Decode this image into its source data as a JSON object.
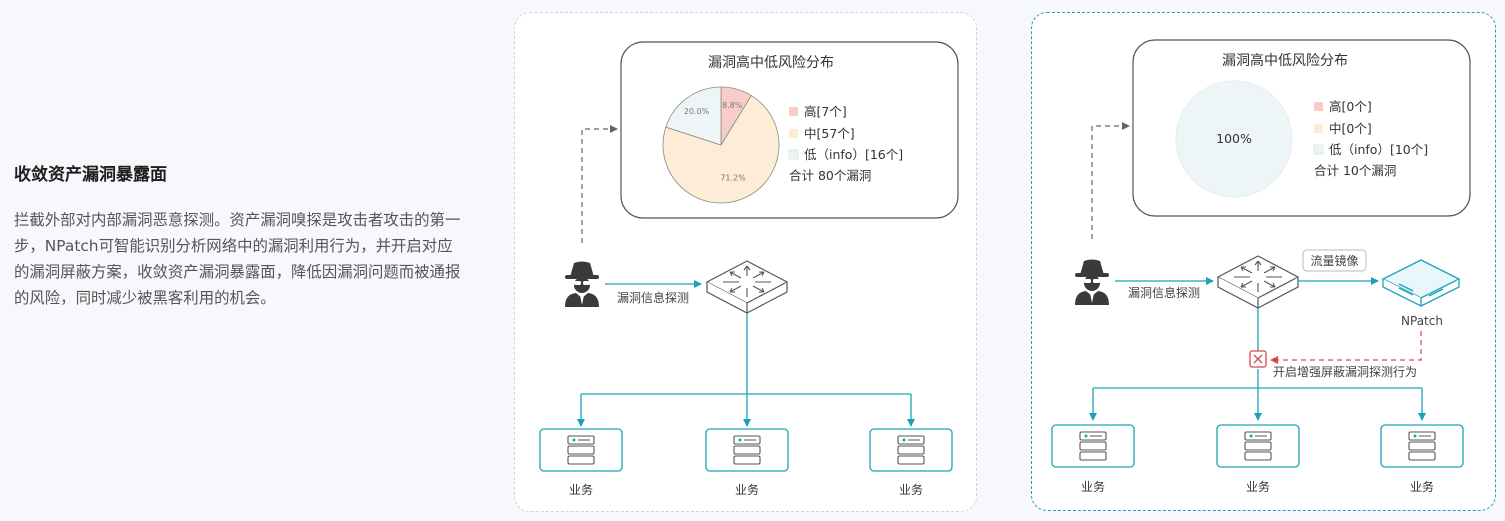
{
  "intro": {
    "title": "收敛资产漏洞暴露面",
    "desc": "拦截外部对内部漏洞恶意探测。资产漏洞嗅探是攻击者攻击的第一步，NPatch可智能识别分析网络中的漏洞利用行为，并开启对应的漏洞屏蔽方案，收敛资产漏洞暴露面，降低因漏洞问题而被通报的风险，同时减少被黑客利用的机会。"
  },
  "colors": {
    "high": "#f8cdc8",
    "mid": "#fdecd6",
    "low": "#eef5f7",
    "teal": "#1aa3b8",
    "red": "#d9484f"
  },
  "left": {
    "chart_title": "漏洞高中低风险分布",
    "chart_data": {
      "type": "pie",
      "title": "漏洞高中低风险分布",
      "slices": [
        {
          "name": "高",
          "value": 7,
          "percent_label": "8.8%"
        },
        {
          "name": "中",
          "value": 57,
          "percent_label": "71.2%"
        },
        {
          "name": "低（info）",
          "value": 16,
          "percent_label": "20.0%"
        }
      ]
    },
    "legend": [
      "高[7个]",
      "中[57个]",
      "低（info）[16个]"
    ],
    "total": "合计  80个漏洞",
    "probe_label": "漏洞信息探测",
    "servers": [
      "业务",
      "业务",
      "业务"
    ]
  },
  "right": {
    "chart_title": "漏洞高中低风险分布",
    "chart_data": {
      "type": "pie",
      "title": "漏洞高中低风险分布",
      "slices": [
        {
          "name": "高",
          "value": 0
        },
        {
          "name": "中",
          "value": 0
        },
        {
          "name": "低（info）",
          "value": 10,
          "percent_label": "100%"
        }
      ]
    },
    "legend": [
      "高[0个]",
      "中[0个]",
      "低（info）[10个]"
    ],
    "total": "合计  10个漏洞",
    "probe_label": "漏洞信息探测",
    "mirror_label": "流量镜像",
    "device_label": "NPatch",
    "block_label": "开启增强屏蔽漏洞探测行为",
    "servers": [
      "业务",
      "业务",
      "业务"
    ]
  }
}
